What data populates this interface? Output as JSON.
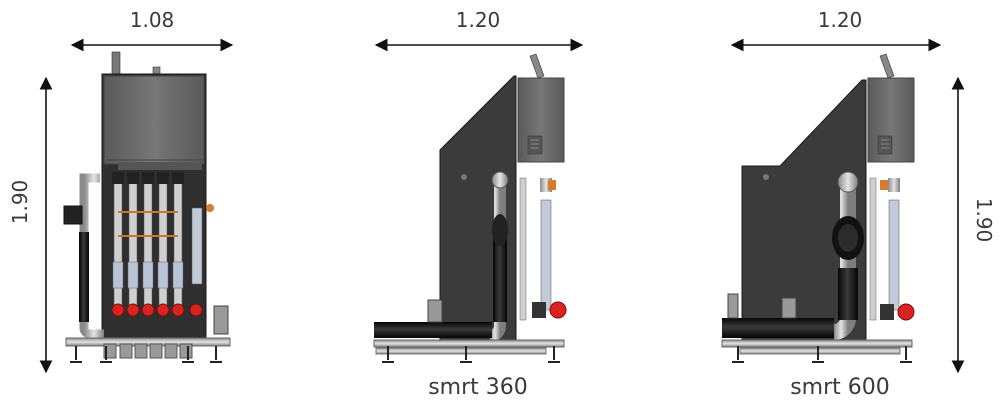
{
  "views": [
    {
      "width_label": "1.08",
      "height_label": "1.90",
      "caption": ""
    },
    {
      "width_label": "1.20",
      "caption": "smrt 360"
    },
    {
      "width_label": "1.20",
      "height_label": "1.90",
      "caption": "smrt 600"
    }
  ],
  "colors": {
    "panel": "#3b3b3b",
    "cabinet": "#6e6e6e",
    "pipe_black": "#1c1c1c",
    "pipe_steel": "#b8b8b8",
    "valve_red": "#d8231f",
    "fitting_orange": "#d9792a",
    "text": "#3a3a3a"
  }
}
